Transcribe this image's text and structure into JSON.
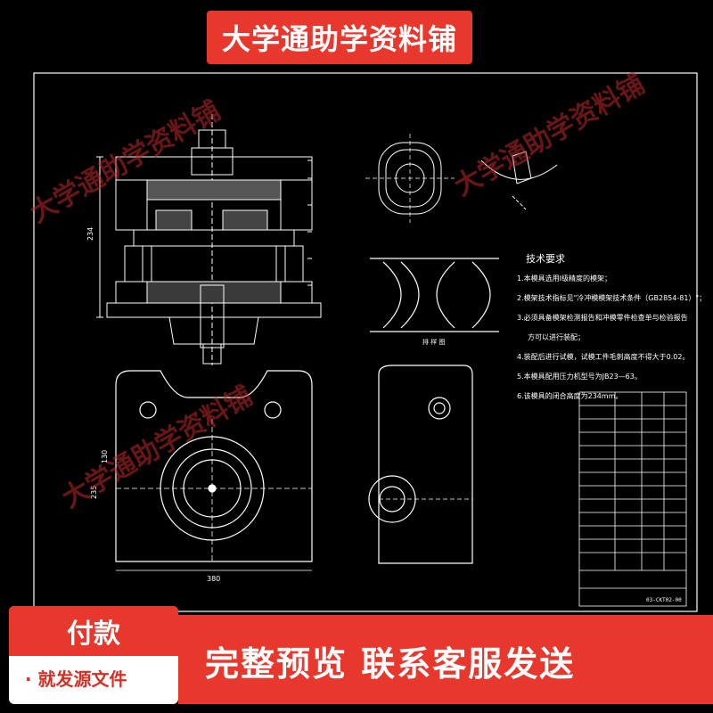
{
  "banner": {
    "title": "大学通助学资料铺"
  },
  "watermarks": [
    "大学通助学资料铺",
    "大学通助学资料铺",
    "大学通助学资料铺"
  ],
  "technical_requirements": {
    "title": "技术要求",
    "items": [
      "1.本模具选用Ⅰ级精度的模架；",
      "2.模架技术指标见\"冷冲模模架技术条件（GB2854-81）\"；",
      "3.必须具备模架检测报告和冲模零件检查单与检验报告",
      "方可以进行装配；",
      "4.装配后进行试模，试模工件毛刺高度不得大于0.02。",
      "5.本模具配用压力机型号为JB23—63。",
      "6.该模具的闭合高度为234mm。"
    ]
  },
  "drawing_labels": {
    "layout_caption": "排 样 图",
    "dim_height": "234",
    "dim_width": "380",
    "dim_235": "235",
    "dim_130": "130",
    "part_number": "03-CKT02-00"
  },
  "promo": {
    "pay_title": "付款",
    "pay_sub": "· 就发源文件",
    "bottom_text": "完整预览  联系客服发送"
  },
  "colors": {
    "accent": "#e8372c",
    "line": "#ffffff",
    "background": "#000000"
  }
}
